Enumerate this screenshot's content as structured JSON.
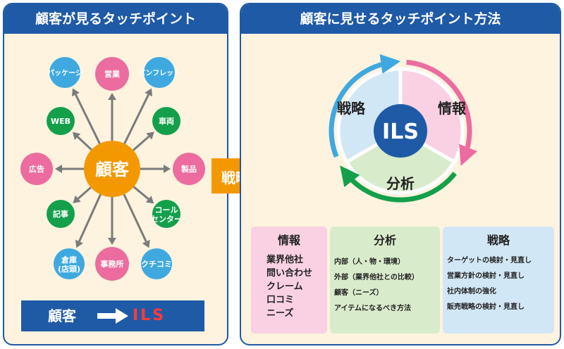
{
  "left_panel": {
    "title": "顧客が見るタッチポイント",
    "center": "顧客",
    "nodes": [
      {
        "id": "package",
        "label": "パッケージ",
        "color": "#3fa9df"
      },
      {
        "id": "eigyo",
        "label": "営業",
        "color": "#ec6c9f"
      },
      {
        "id": "pamphlet",
        "label": "パンフレット",
        "color": "#3fa9df"
      },
      {
        "id": "web",
        "label": "WEB",
        "color": "#14a04b"
      },
      {
        "id": "sharyo",
        "label": "車両",
        "color": "#14a04b"
      },
      {
        "id": "kokoku",
        "label": "広告",
        "color": "#ec6c9f"
      },
      {
        "id": "seihin",
        "label": "製品",
        "color": "#ec6c9f"
      },
      {
        "id": "kiji",
        "label": "記事",
        "color": "#14a04b"
      },
      {
        "id": "callcenter",
        "label": "コール",
        "label2": "センター",
        "color": "#14a04b"
      },
      {
        "id": "souko",
        "label": "倉庫",
        "label2": "(店頭)",
        "color": "#3fa9df"
      },
      {
        "id": "jimusho",
        "label": "事務所",
        "color": "#ec6c9f"
      },
      {
        "id": "kuchikomi",
        "label": "クチコミ",
        "color": "#3fa9df"
      }
    ],
    "bottom_left": "顧客",
    "bottom_right": "ILS"
  },
  "middle_arrow": {
    "label": "戦略"
  },
  "right_panel": {
    "title": "顧客に見せるタッチポイント方法",
    "center": "ILS",
    "cycle": {
      "senryaku": "戦略",
      "joho": "情報",
      "bunseki": "分析"
    },
    "boxes": [
      {
        "title": "情報",
        "items": [
          "業界他社",
          "問い合わせ",
          "クレーム",
          "口コミ",
          "ニーズ"
        ]
      },
      {
        "title": "分析",
        "items": [
          "内部（人・物・環境）",
          "外部（業界他社との比較）",
          "顧客（ニーズ）",
          "アイテムになるべき方法"
        ]
      },
      {
        "title": "戦略",
        "items": [
          "ターゲットの検討・見直し",
          "営業方針の検討・見直し",
          "社内体制の強化",
          "販売戦略の検討・見直し"
        ]
      }
    ]
  },
  "colors": {
    "blue": "#1f5aa6",
    "orange": "#f39800",
    "pink": "#ec6c9f",
    "green": "#14a04b",
    "cyan": "#3fa9df",
    "cream": "#fdf3df"
  }
}
